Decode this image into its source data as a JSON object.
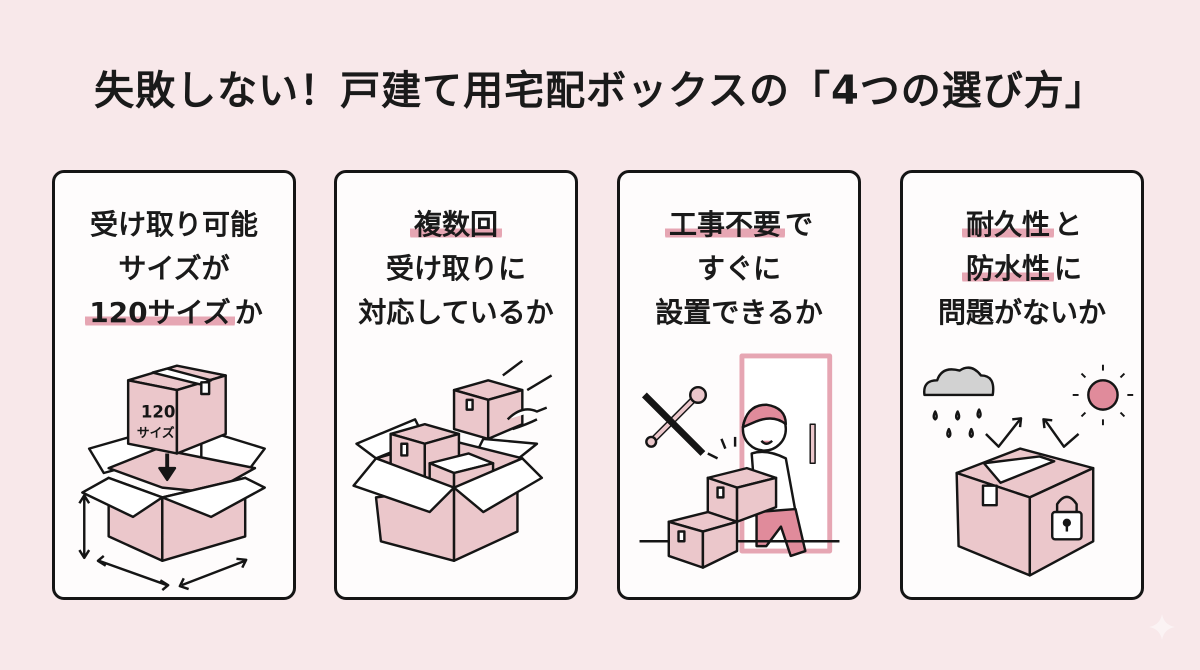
{
  "title": "失敗しない！戸建て用宅配ボックスの「4つの選び方」",
  "colors": {
    "background": "#f8e8ea",
    "card_fill": "#fefcfc",
    "outline": "#151515",
    "box_pink": "#ebc7cb",
    "highlight": "#e6a6b3",
    "accent_pink": "#e08b9b",
    "cloud_gray": "#d2d2d2"
  },
  "cards": [
    {
      "lines": [
        {
          "pre": "",
          "hl": "",
          "text": "受け取り可能"
        },
        {
          "pre": "",
          "hl": "",
          "text": "サイズが"
        },
        {
          "pre": "",
          "hl": "120サイズ",
          "text": "か"
        }
      ],
      "illustration": {
        "icon": "stacked-boxes-with-size-arrows",
        "box_label_number": "120",
        "box_label_text": "サイズ"
      }
    },
    {
      "lines": [
        {
          "pre": "",
          "hl": "複数回",
          "text": ""
        },
        {
          "pre": "",
          "hl": "",
          "text": "受け取りに"
        },
        {
          "pre": "",
          "hl": "",
          "text": "対応しているか"
        }
      ],
      "illustration": {
        "icon": "open-box-with-multiple-parcels"
      }
    },
    {
      "lines": [
        {
          "pre": "",
          "hl": "工事不要",
          "text": "で"
        },
        {
          "pre": "",
          "hl": "",
          "text": "すぐに"
        },
        {
          "pre": "",
          "hl": "",
          "text": "設置できるか"
        }
      ],
      "illustration": {
        "icon": "no-tools-person-placing-boxes"
      }
    },
    {
      "lines": [
        {
          "pre": "",
          "hl": "耐久性",
          "text": "と"
        },
        {
          "pre": "",
          "hl": "防水性",
          "text": "に"
        },
        {
          "pre": "",
          "hl": "",
          "text": "問題がないか"
        }
      ],
      "illustration": {
        "icon": "box-with-lock-rain-sun"
      }
    }
  ]
}
